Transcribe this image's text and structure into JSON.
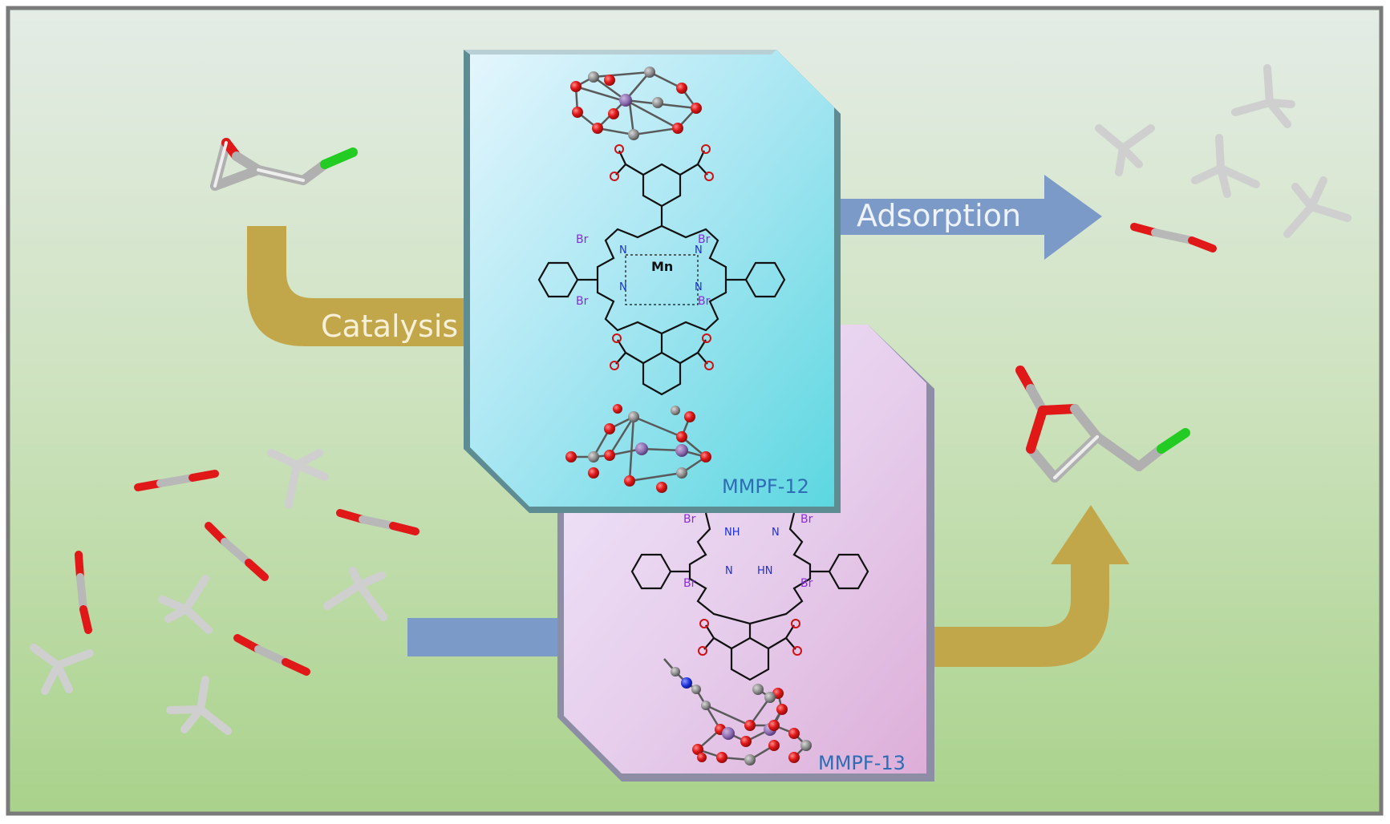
{
  "labels": {
    "catalysis": "Catalysis",
    "adsorption": "Adsorption",
    "mmpf12": "MMPF-12",
    "mmpf13": "MMPF-13",
    "mn": "Mn",
    "n": "N",
    "nh": "NH",
    "hn": "HN",
    "br": "Br"
  },
  "colors": {
    "frame": "#7a7a7a",
    "bg_top": "#e4ece6",
    "bg_bottom": "#a9d28b",
    "arrow_gold": "#c2a74a",
    "arrow_blue": "#7b9ac8",
    "card12_light": "#e2f4fc",
    "card12_dark": "#5cd7e0",
    "card13_light": "#efe6fa",
    "card13_dark": "#e2b4dd",
    "label_blue": "#2e6db4",
    "oxygen": "#e01818",
    "carbon": "#bdbdbd",
    "chlorine": "#22cc22",
    "manganese": "#8c6cae",
    "nitrogen": "#1c2fd8",
    "bromine": "#8a2be2"
  }
}
